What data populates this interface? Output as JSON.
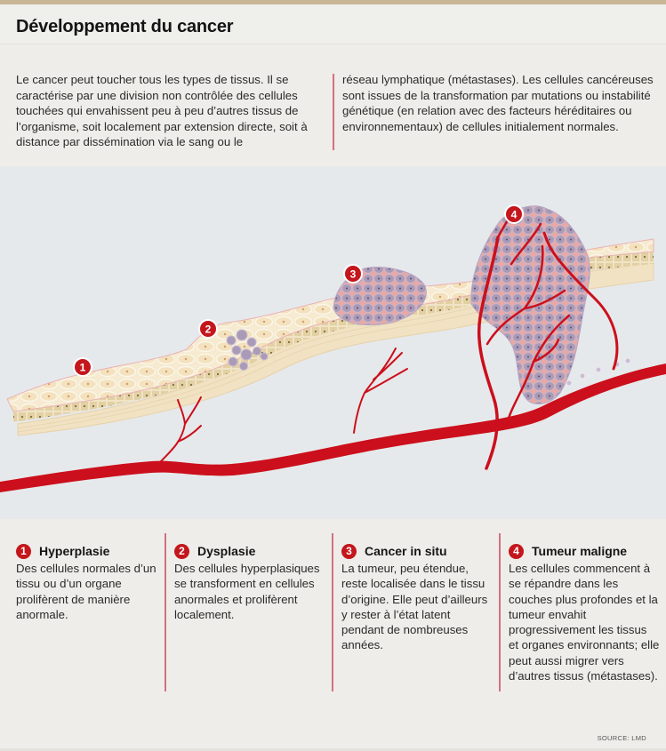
{
  "header": {
    "title": "Développement du cancer"
  },
  "intro": {
    "left": "Le cancer peut toucher tous les types de tissus. Il se caractérise par une division non contrôlée des cellules touchées qui envahissent peu à peu d’autres tissus de l’organisme, soit localement par extension directe, soit à distance par dissémination via le sang ou le",
    "right": "réseau lymphatique (métastases). Les cellules cancéreuses sont issues de la transformation par mutations ou instabilité génétique (en relation avec des facteurs héréditaires ou environnementaux) de cellules initialement normales."
  },
  "illustration": {
    "markers": [
      {
        "number": "1",
        "stage": "hyperplasie"
      },
      {
        "number": "2",
        "stage": "dysplasie"
      },
      {
        "number": "3",
        "stage": "cancer-in-situ"
      },
      {
        "number": "4",
        "stage": "tumeur-maligne"
      }
    ],
    "colors": {
      "background": "#e6e9eb",
      "normal_cell": "#f3e4c4",
      "basal_layer": "#dfcb9c",
      "abnormal_cell": "#a99bb8",
      "blood_vessel": "#cc0f1c",
      "marker": "#c4161c"
    }
  },
  "stages": [
    {
      "number": "1",
      "title": "Hyperplasie",
      "text": "Des cellules normales d’un tissu ou d’un organe prolifèrent de manière anormale."
    },
    {
      "number": "2",
      "title": "Dysplasie",
      "text": "Des cellules hyperplasiques se transforment en cellules anormales et prolifèrent localement."
    },
    {
      "number": "3",
      "title": "Cancer in situ",
      "text": "La tumeur, peu étendue, reste localisée dans le tissu d’origine. Elle peut d’ailleurs y rester à l’état latent pendant de nombreuses années."
    },
    {
      "number": "4",
      "title": "Tumeur maligne",
      "text": "Les cellules commencent à se répandre dans les couches plus profondes et la tumeur envahit progressivement les tissus et organes environnants; elle peut aussi migrer vers d’autres tissus (métastases)."
    }
  ],
  "footer": {
    "source": "SOURCE: LMD"
  }
}
